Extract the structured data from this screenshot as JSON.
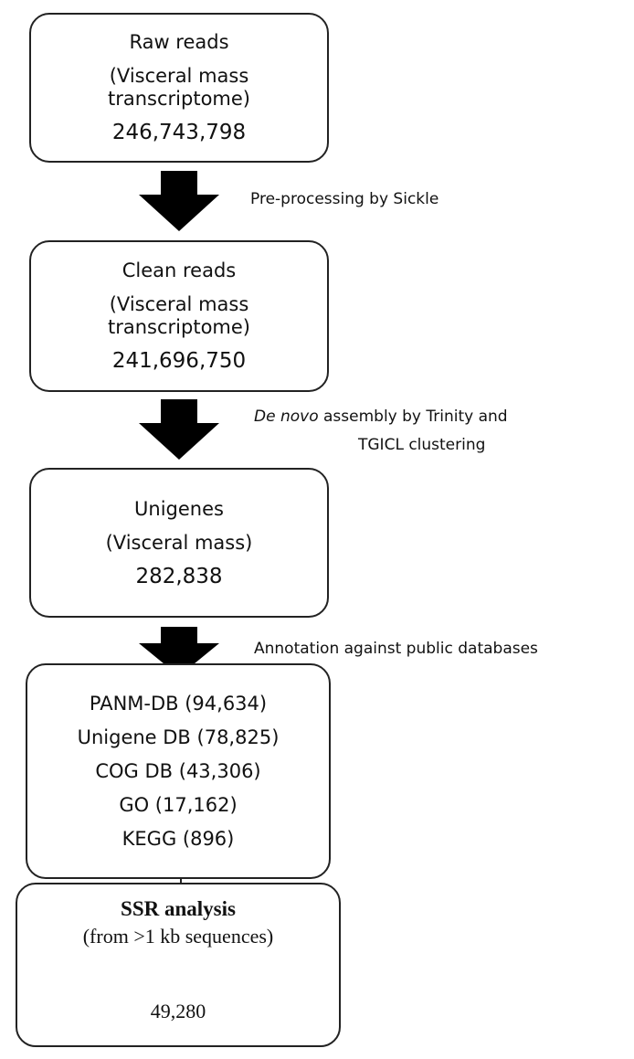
{
  "raw": {
    "title": "Raw reads",
    "line2": "(Visceral mass",
    "line3": "transcriptome)",
    "count": "246,743,798"
  },
  "step1": {
    "label": "Pre-processing by Sickle"
  },
  "clean": {
    "title": "Clean reads",
    "line2": "(Visceral mass",
    "line3": "transcriptome)",
    "count": "241,696,750"
  },
  "step2": {
    "label_italic": "De novo",
    "label_rest": " assembly by Trinity and",
    "label_line2": "TGICL clustering"
  },
  "unigenes": {
    "title": "Unigenes",
    "line2": "(Visceral mass)",
    "count": "282,838"
  },
  "step3": {
    "label": "Annotation against public databases"
  },
  "annotation": {
    "items": [
      "PANM-DB (94,634)",
      "Unigene DB (78,825)",
      "COG DB (43,306)",
      "GO (17,162)",
      "KEGG (896)"
    ]
  },
  "ssr": {
    "title": "SSR analysis",
    "subtitle": "(from >1 kb sequences)",
    "count": "49,280"
  },
  "colors": {
    "arrow": "#000000",
    "border": "#222222"
  }
}
